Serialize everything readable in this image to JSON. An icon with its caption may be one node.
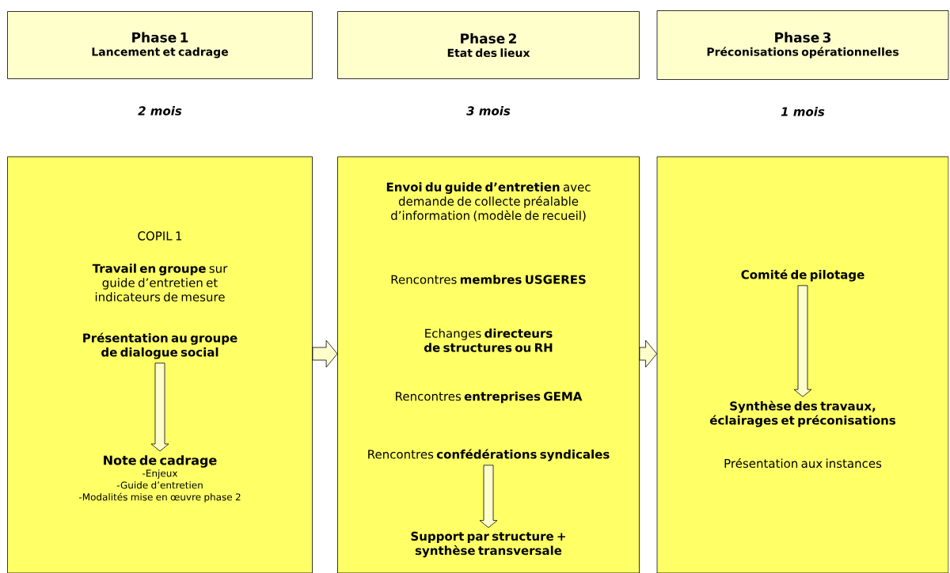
{
  "diagram": {
    "nodes": [
      {
        "text": [
          "Phase 1",
          "Lancement et cadrage"
        ],
        "beside": [
          "2 mois"
        ]
      },
      {
        "text": [
          "Phase 2",
          "Etat des lieux"
        ],
        "beside": [
          "3 mois"
        ]
      },
      {
        "text": [
          "Phase 3",
          "Préconisations opérationnelles"
        ],
        "beside": [
          "1 mois"
        ]
      },
      {
        "text": [],
        "shape": "box"
      },
      {
        "text": [
          "COPIL 1"
        ],
        "in": 3
      },
      {
        "text": [
          "**Travail en groupe** sur guide d’entretien et indicateurs de mesure"
        ],
        "in": 3
      },
      {
        "text": [
          "Présentation au groupe de dialogue social"
        ],
        "in": 3
      },
      {
        "text": [
          "Note de cadrage",
          "-Enjeux",
          "-Guide d’entretien",
          "-Modalités mise en œuvre phase 2"
        ],
        "in": 3
      },
      {
        "text": [],
        "shape": "box"
      },
      {
        "text": [
          "**Envoi du guide d’entretien** avec demande de collecte préalable d’information (modèle de recueil)"
        ],
        "in": 8
      },
      {
        "text": [
          "Rencontres **membres USGERES**"
        ],
        "in": 8
      },
      {
        "text": [
          "Echanges **directeurs de structures ou RH**"
        ],
        "in": 8
      },
      {
        "text": [
          "Rencontres **entreprises GEMA**"
        ],
        "in": 8
      },
      {
        "text": [
          "Rencontres **confédérations syndicales**"
        ],
        "in": 8
      },
      {
        "text": [
          "Support par structure + synthèse transversale"
        ],
        "in": 8
      },
      {
        "text": [],
        "shape": "box"
      },
      {
        "text": [
          "Comité de pilotage"
        ],
        "in": 15
      },
      {
        "text": [
          "Synthèse des travaux, éclairages et préconisations"
        ],
        "in": 15
      },
      {
        "text": [
          "Présentation aux instances"
        ],
        "in": 15
      }
    ],
    "edges": [
      {
        "from": 3,
        "to": 8,
        "arrow": "to"
      },
      {
        "from": 8,
        "to": 15,
        "arrow": "to"
      },
      {
        "from": 6,
        "to": 7,
        "arrow": "to"
      },
      {
        "from": 13,
        "to": 14,
        "arrow": "to"
      },
      {
        "from": 16,
        "to": 17,
        "arrow": "to"
      }
    ]
  }
}
